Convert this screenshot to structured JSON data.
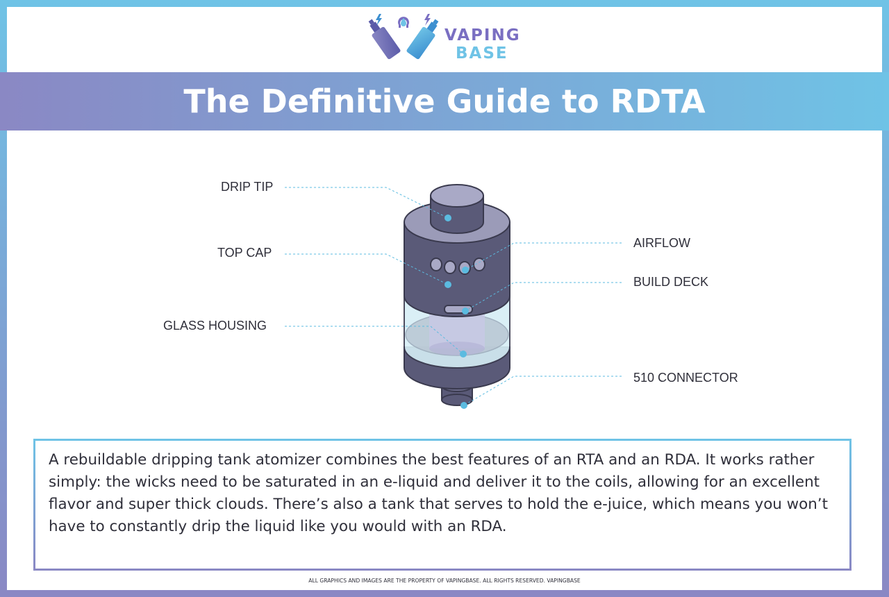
{
  "brand": {
    "line1": "VAPING",
    "line2": "BASE"
  },
  "title": "The Definitive Guide to RDTA",
  "labels": {
    "drip_tip": "DRIP TIP",
    "top_cap": "TOP CAP",
    "glass_housing": "GLASS HOUSING",
    "airflow": "AIRFLOW",
    "build_deck": "BUILD DECK",
    "connector_510": "510 CONNECTOR"
  },
  "description": "A rebuildable dripping tank atomizer combines the best features of an RTA and an RDA. It works rather simply: the wicks need to be saturated in an e-liquid and deliver it to the coils, allowing for an excellent flavor and super thick clouds. There’s also a tank that serves to hold the e-juice, which means you won’t have to constantly drip the liquid like you would with an RDA.",
  "footer": "ALL GRAPHICS AND IMAGES ARE THE PROPERTY OF VAPINGBASE. ALL RIGHTS RESERVED. VAPINGBASE",
  "colors": {
    "gradient_start": "#6fc3e6",
    "gradient_end": "#8a88c4",
    "body_metal": "#5a5a78",
    "glass": "#cdeaf4",
    "leader_dot": "#5bbbe0",
    "text": "#2f2f3a"
  }
}
